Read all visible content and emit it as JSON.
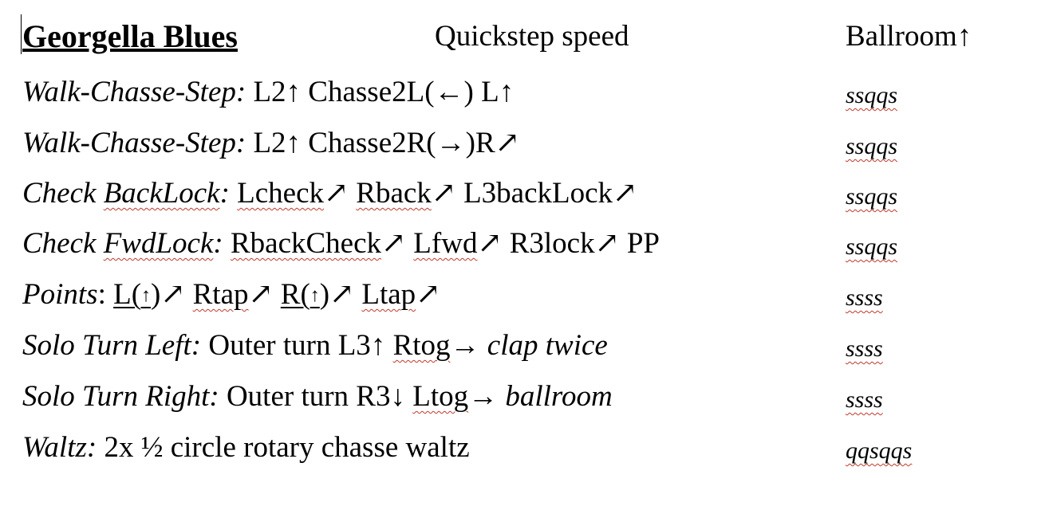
{
  "header": {
    "title": "Georgella Blues",
    "tempo": "Quickstep speed",
    "position": "Ballroom↑"
  },
  "figures": [
    {
      "name": "Walk-Chasse-Step:",
      "steps": " L2↑ Chasse2L(←) L↑",
      "counts": "ssqqs"
    },
    {
      "name": "Walk-Chasse-Step:",
      "steps": " L2↑ Chasse2R(→)R↗",
      "counts": "ssqqs"
    },
    {
      "name_a": "Check ",
      "name_b": "BackLock",
      "name_c": ":",
      "steps_a": "Lcheck",
      "steps_b": "↗ ",
      "steps_c": "Rback",
      "steps_d": "↗ L3backLock↗",
      "counts": "ssqqs"
    },
    {
      "name_a": "Check ",
      "name_b": "FwdLock",
      "name_c": ":",
      "steps_a": "RbackCheck",
      "steps_b": "↗ ",
      "steps_c": "Lfwd",
      "steps_d": "↗ R3lock↗ PP",
      "counts": "ssqqs"
    },
    {
      "name": "Points",
      "name_c": ":",
      "p1a": "L(",
      "p1arrow": "↑",
      "p1b": ")",
      "p1c": "↗ ",
      "p2": "Rtap",
      "p2c": "↗ ",
      "p3a": "R(",
      "p3arrow": "↑",
      "p3b": ")",
      "p3c": "↗ ",
      "p4": "Ltap",
      "p4c": "↗",
      "counts": "ssss"
    },
    {
      "name": "Solo Turn Left:",
      "steps_a": " Outer turn L3↑ ",
      "steps_b": "Rtog",
      "steps_c": "→ ",
      "steps_d": "clap twice",
      "counts": "ssss"
    },
    {
      "name": "Solo Turn Right:",
      "steps_a": " Outer turn R3↓ ",
      "steps_b": "Ltog",
      "steps_c": "→ ",
      "steps_d": "ballroom",
      "counts": "ssss"
    },
    {
      "name": "Waltz:",
      "steps": " 2x ½ circle rotary chasse waltz",
      "counts": "qqsqqs"
    }
  ]
}
